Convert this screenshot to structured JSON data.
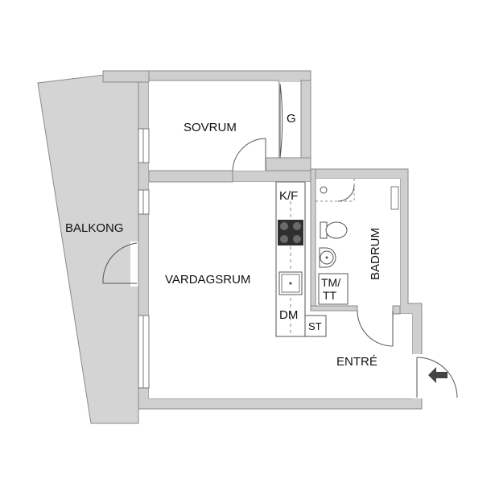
{
  "plan": {
    "rooms": {
      "balkong": "BALKONG",
      "sovrum": "SOVRUM",
      "garderob": "G",
      "vardagsrum": "VARDAGSRUM",
      "kok_kf": "K/F",
      "dm": "DM",
      "st": "ST",
      "tm_tt_line1": "TM/",
      "tm_tt_line2": "TT",
      "badrum": "BADRUM",
      "entre": "ENTRÉ"
    },
    "colors": {
      "wall": "#cfcfcf",
      "wall_edge": "#8a8a8a",
      "balcony": "#d4d4d4",
      "stove": "#2f2f2f",
      "entry_arrow": "#444444"
    },
    "icons": {
      "entry": "arrow-left-icon",
      "stove": "stove-icon",
      "sink": "kitchen-sink-icon",
      "toilet": "toilet-icon",
      "basin": "wash-basin-icon",
      "shower": "shower-icon"
    }
  }
}
